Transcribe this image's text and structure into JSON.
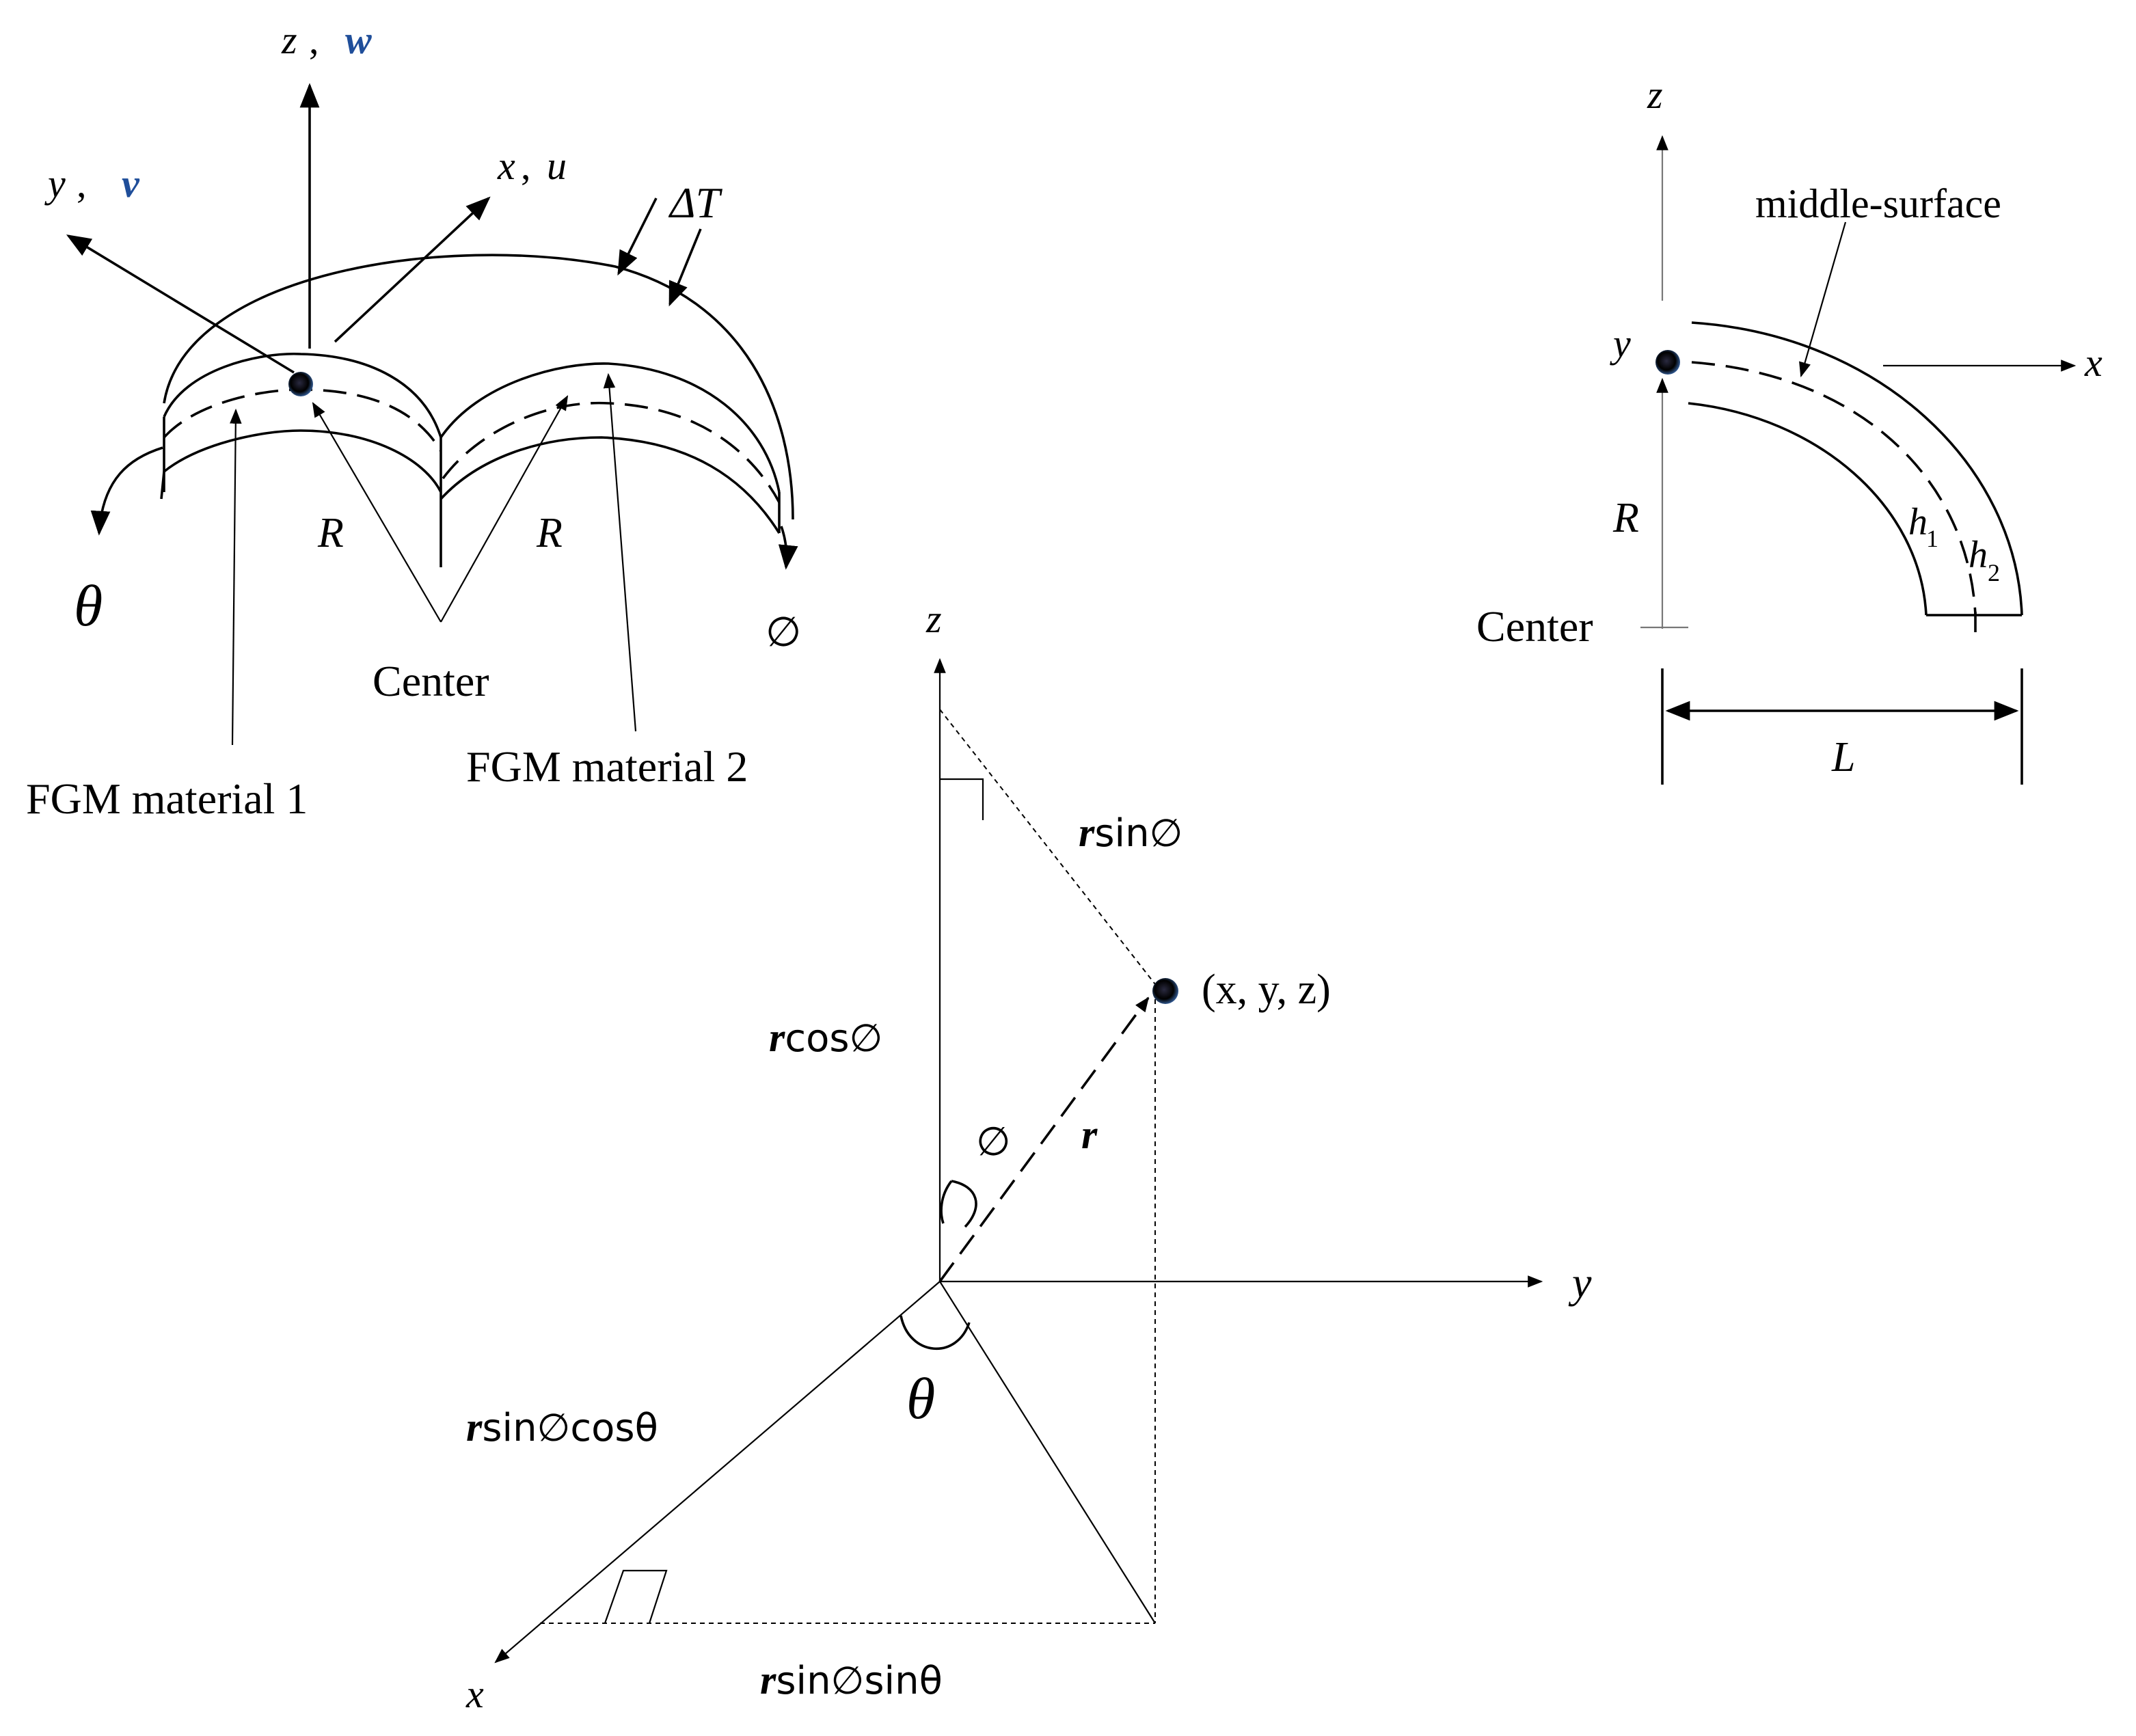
{
  "left_diagram": {
    "z_axis": "z",
    "z_disp": "w",
    "y_axis": "y",
    "y_disp": "v",
    "x_axis": "x",
    "x_disp": "u",
    "delta_t": "ΔT",
    "radius_left": "R",
    "radius_right": "R",
    "theta": "θ",
    "phi": "∅",
    "center": "Center",
    "material_1": "FGM material 1",
    "material_2": "FGM material 2",
    "comma": ","
  },
  "right_diagram": {
    "z_axis": "z",
    "x_axis": "x",
    "y_axis": "y",
    "middle_surface": "middle-surface",
    "radius": "R",
    "center": "Center",
    "h1": "h",
    "h1_sub": "1",
    "h2": "h",
    "h2_sub": "2",
    "length": "L"
  },
  "bottom_diagram": {
    "z_axis": "z",
    "y_axis": "y",
    "x_axis": "x",
    "point": "(x, y, z)",
    "r": "r",
    "phi": "∅",
    "theta": "θ",
    "rsin": "sin∅",
    "rcos": "cos∅",
    "rsincos": "sin∅cosθ",
    "rsinsin": "sin∅sinθ"
  },
  "colors": {
    "ink": "#000000",
    "accent_blue": "#1f4e9a",
    "accent_gray": "#777777"
  }
}
